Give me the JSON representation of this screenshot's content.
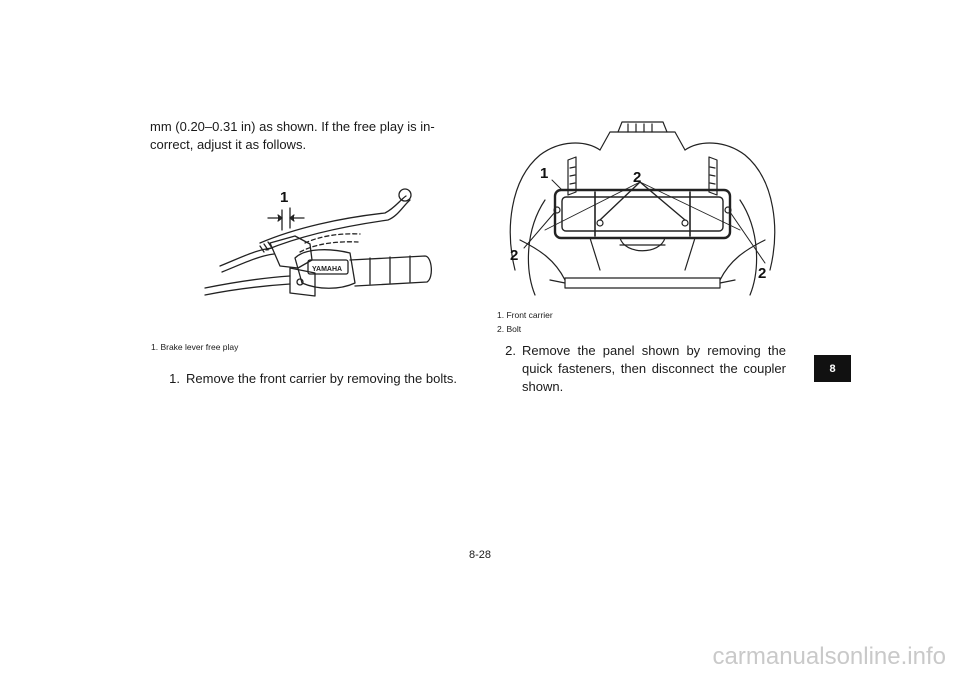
{
  "intro_text": "mm (0.20–0.31 in) as shown. If the free play is in-correct, adjust it as follows.",
  "figure_left": {
    "callout": "1",
    "brand_text": "YAMAHA"
  },
  "caption_left": {
    "items": [
      "1. Brake lever free play"
    ]
  },
  "steps": [
    {
      "number": "1.",
      "text": "Remove the front carrier by removing the bolts."
    },
    {
      "number": "2.",
      "text": "Remove the panel shown by removing the quick fasteners, then disconnect the coupler shown."
    }
  ],
  "figure_right": {
    "callouts": [
      "1",
      "2",
      "2",
      "2"
    ]
  },
  "caption_right": {
    "items": [
      "1. Front carrier",
      "2. Bolt"
    ]
  },
  "page_number": "8-28",
  "chapter_tab": "8",
  "watermark": "carmanualsonline.info"
}
